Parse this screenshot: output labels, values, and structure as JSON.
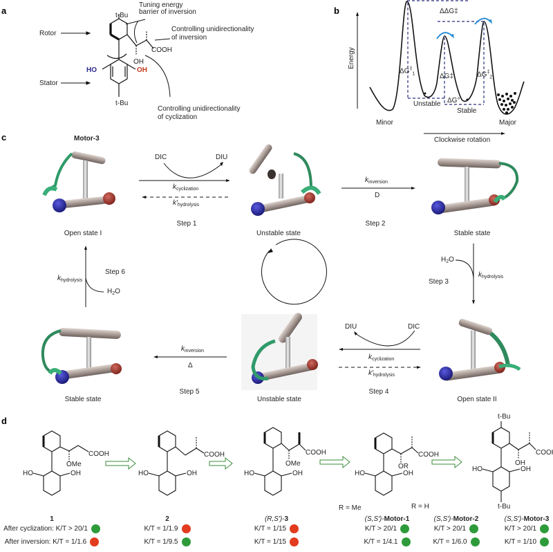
{
  "panels": {
    "a": {
      "label": "a",
      "rotor_label": "Rotor",
      "stator_label": "Stator",
      "tbu_top": "t-Bu",
      "tbu_bottom": "t-Bu",
      "annotation_inversion_barrier_1": "Tuning energy",
      "annotation_inversion_barrier_2": "barrier of inversion",
      "annotation_unidir_inversion_1": "Controlling unidirectionality",
      "annotation_unidir_inversion_2": "of inversion",
      "annotation_unidir_cyclization_1": "Controlling unidirectionality",
      "annotation_unidir_cyclization_2": "of cyclization",
      "cooh": "COOH",
      "oh": "OH",
      "ho_blue": "HO",
      "oh_red": "OH",
      "colors": {
        "ho": "#2a2a8c",
        "oh": "#c23a1c"
      }
    },
    "b": {
      "label": "b",
      "y_axis": "Energy",
      "x_axis": "Clockwise rotation",
      "minor": "Minor",
      "major": "Major",
      "unstable": "Unstable",
      "stable": "Stable",
      "ddg": "ΔΔG‡",
      "dg1": "ΔG",
      "dg1_sup": "‡",
      "dg1_sub": "1",
      "dg": "ΔG‡",
      "dg0": "ΔG°",
      "dg2": "ΔG",
      "dg2_sup": "‡",
      "dg2_sub": "2",
      "colors": {
        "dashed": "#2b2f7a",
        "arrows": "#2d8fd6"
      }
    },
    "c": {
      "label": "c",
      "title": "Motor-3",
      "states": {
        "open1": "Open state I",
        "unstable1": "Unstable state",
        "stable1": "Stable state",
        "open2": "Open state II",
        "unstable2": "Unstable state",
        "stable2": "Stable state"
      },
      "steps": {
        "s1": "Step 1",
        "s2": "Step 2",
        "s3": "Step 3",
        "s4": "Step 4",
        "s5": "Step 5",
        "s6": "Step 6"
      },
      "reagents": {
        "dic": "DIC",
        "diu": "DIU",
        "h2o_h": "H",
        "h2o_2": "2",
        "h2o_o": "O",
        "heat_D": "D",
        "heat_delta": "Δ"
      },
      "rates": {
        "k": "k",
        "k_prime": "k′",
        "cyclization": "cyclization",
        "hydrolysis": "hydrolysis",
        "inversion": "inversion"
      },
      "colors": {
        "linker": "#2f9a6a",
        "blue_ball": "#2a2aa0",
        "red_ball": "#a83a30",
        "rod": "#b8aaa4"
      }
    },
    "d": {
      "label": "d",
      "cooh": "COOH",
      "ome": "OMe",
      "or": "OR",
      "oh": "OH",
      "ho": "HO",
      "tbu": "t-Bu",
      "r_me": "R = Me",
      "r_h": "R = H",
      "compounds": [
        {
          "name": "1",
          "row1": "After cyclization: K/T > 20/1",
          "row1_status": "green",
          "row2": "After inversion: K/T = 1/1.6",
          "row2_status": "red"
        },
        {
          "name": "2",
          "row1": "K/T = 1/1.9",
          "row1_status": "red",
          "row2": "K/T = 1/9.5",
          "row2_status": "green"
        },
        {
          "name_prefix": "(R,S′)-",
          "name": "3",
          "row1": "K/T = 1/15",
          "row1_status": "red",
          "row2": "K/T = 1/15",
          "row2_status": "red"
        },
        {
          "name_prefix": "(S,S′)-",
          "name": "Motor-1",
          "row1": "K/T > 20/1",
          "row1_status": "green",
          "row2": "K/T = 1/4.1",
          "row2_status": "green"
        },
        {
          "name_prefix": "(S,S′)-",
          "name": "Motor-2",
          "row1": "K/T > 20/1",
          "row1_status": "green",
          "row2": "K/T = 1/6.0",
          "row2_status": "green"
        },
        {
          "name_prefix": "(S,S′)-",
          "name": "Motor-3",
          "row1": "K/T > 20/1",
          "row1_status": "green",
          "row2": "K/T = 1/10",
          "row2_status": "green"
        }
      ],
      "colors": {
        "green": "#2e9b3a",
        "red": "#e23b1e",
        "arrow": "#3a8a3a"
      }
    }
  }
}
